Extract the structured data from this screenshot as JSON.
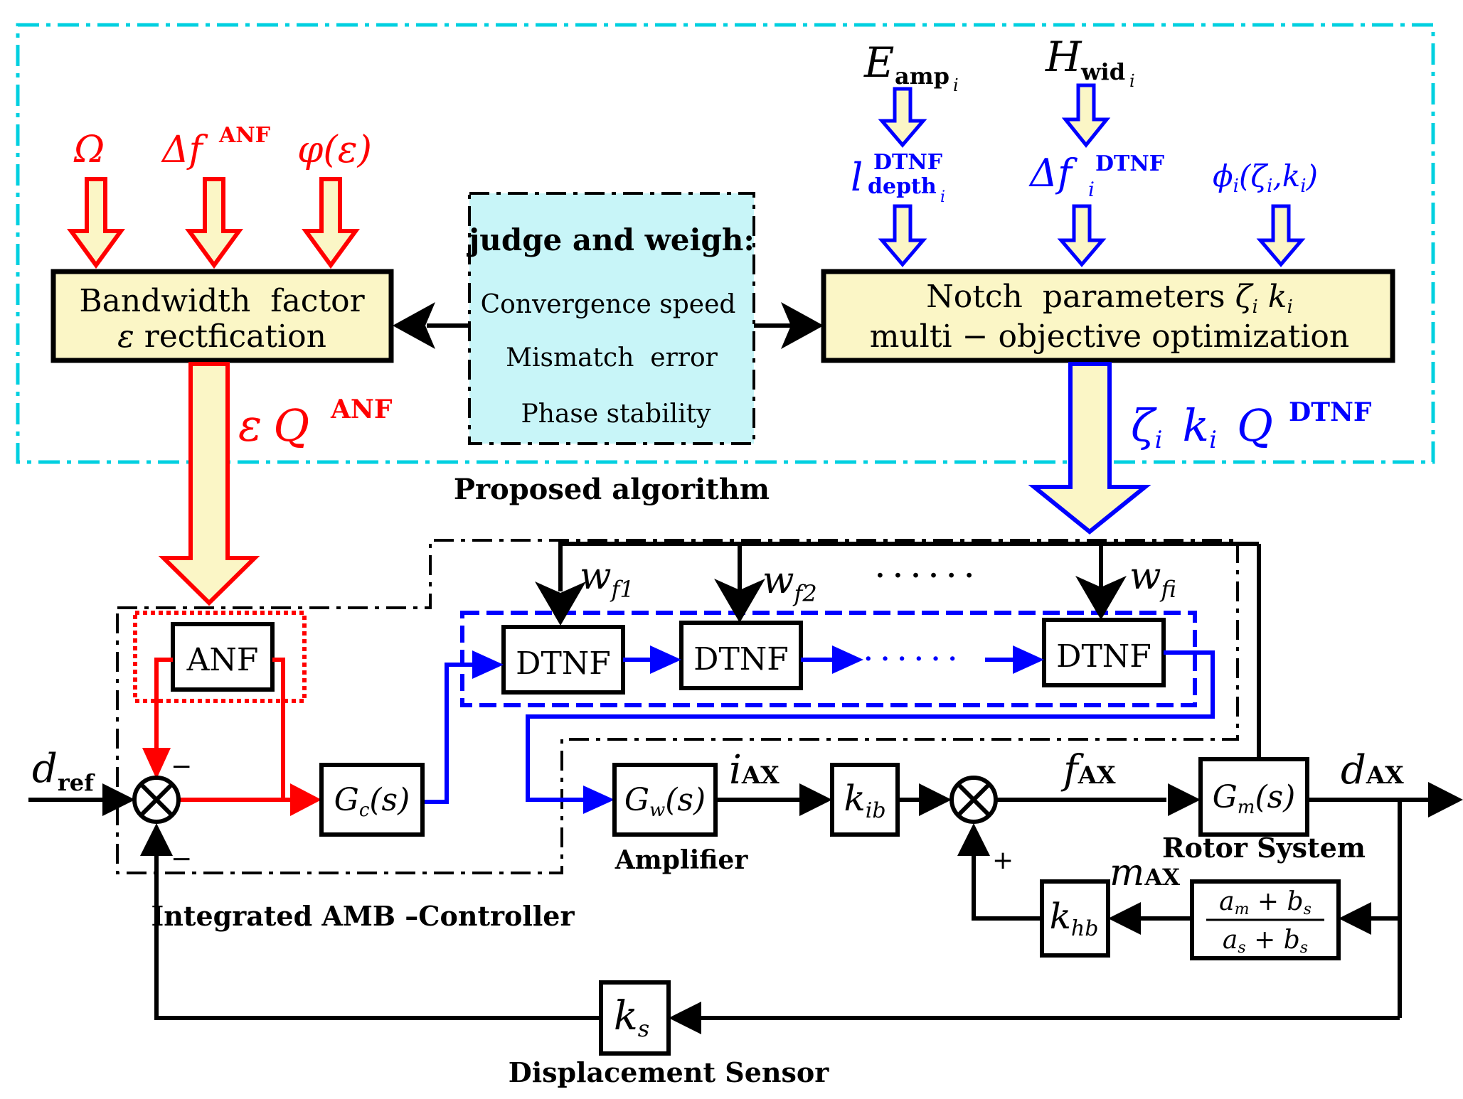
{
  "colors": {
    "red": "#ff0000",
    "blue": "#0000ff",
    "cyan": "#00d0e0",
    "yellow_fill": "#fbf6c6",
    "cyan_fill": "#c8f5f8",
    "black": "#000000"
  },
  "top_red_inputs": {
    "omega": "Ω",
    "delta_f_anf": "Δf",
    "anf_sup": "ANF",
    "phi_eps": "φ(ε)"
  },
  "top_black_inputs": {
    "e_amp": "E",
    "e_amp_sub": "amp",
    "e_amp_sub_i": "i",
    "h_wid": "H",
    "h_wid_sub": "wid",
    "h_wid_sub_i": "i"
  },
  "top_blue_inputs": {
    "l": "l",
    "l_sup": "DTNF",
    "l_sub": "depth",
    "l_sub_i": "i",
    "df": "Δf",
    "df_sup": "DTNF",
    "df_sub": "i",
    "phi_i": "ϕ",
    "phi_sub": "i",
    "phi_args": "(ζ",
    "phi_args_sub": "i",
    "phi_args2": ",k",
    "phi_args2_sub": "i",
    "phi_close": ")"
  },
  "bandwidth_box": {
    "line1": "Bandwidth  factor",
    "line2_eps": "ε",
    "line2_text": " rectfication"
  },
  "judge_box": {
    "title": "judge and weigh:",
    "items": [
      "Convergence speed",
      "Mismatch  error",
      "Phase stability"
    ]
  },
  "notch_box": {
    "line1_text": "Notch  parameters ",
    "zeta": "ζ",
    "zeta_sub": "i",
    "k": "k",
    "k_sub": "i",
    "line2": "multi − objective optimization"
  },
  "output_red": {
    "eps": "ε",
    "q": "Q",
    "q_sup": "ANF"
  },
  "output_blue": {
    "zeta": "ζ",
    "zeta_sub": "i",
    "k": "k",
    "k_sub": "i",
    "q": "Q",
    "q_sup": "DTNF"
  },
  "proposed_algorithm_label": "Proposed algorithm",
  "filter_weights": {
    "w": "w",
    "f1": "f1",
    "f2": "f2",
    "fi": "fi",
    "dots": "· · · · · ·"
  },
  "blocks": {
    "anf": "ANF",
    "dtnf": "DTNF",
    "dtnf_dots": "· · · · · ·",
    "gc": "G",
    "gc_sub": "c",
    "gc_arg": "(s)",
    "gw": "G",
    "gw_sub": "w",
    "gw_arg": "(s)",
    "kib": "k",
    "kib_sub": "ib",
    "gm": "G",
    "gm_sub": "m",
    "gm_arg": "(s)",
    "khb": "k",
    "khb_sub": "hb",
    "ks": "k",
    "ks_sub": "s",
    "frac_num_a": "a",
    "frac_num_a_sub": "m",
    "frac_num_rest": " + b",
    "frac_num_b_sub": "s",
    "frac_den_a": "a",
    "frac_den_a_sub": "s",
    "frac_den_rest": " + b",
    "frac_den_b_sub": "s"
  },
  "signals": {
    "d_ref": "d",
    "d_ref_sub": "ref",
    "i_ax": "i",
    "i_ax_sub": "AX",
    "f_ax": "f",
    "f_ax_sub": "AX",
    "d_ax": "d",
    "d_ax_sub": "AX",
    "m_ax": "m",
    "m_ax_sub": "AX",
    "minus_top": "−",
    "minus_bottom": "−",
    "plus": "+"
  },
  "labels": {
    "amplifier": "Amplifier",
    "rotor_system": "Rotor System",
    "integrated_controller": "Integrated AMB –Controller",
    "displacement_sensor": "Displacement Sensor"
  }
}
